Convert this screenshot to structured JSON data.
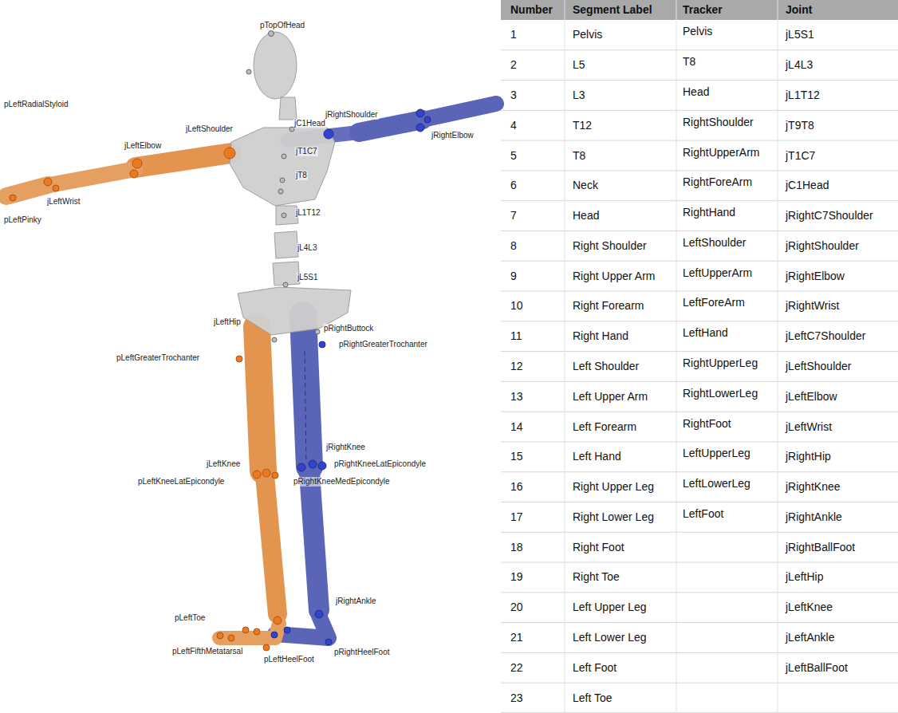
{
  "diagram": {
    "labels": [
      "pTopOfHead",
      "pLeftRadialStyloid",
      "jC1Head",
      "jRightShoulder",
      "jLeftShoulder",
      "jRightElbow",
      "jLeftElbow",
      "jT1C7",
      "jT8",
      "jLeftWrist",
      "pLeftPinky",
      "jL1T12",
      "jL4L3",
      "jL5S1",
      "jLeftHip",
      "pRightButtock",
      "pRightGreaterTrochanter",
      "pLeftGreaterTrochanter",
      "jRightKnee",
      "pRightKneeLatEpicondyle",
      "jLeftKnee",
      "pRightKneeMedEpicondyle",
      "pLeftKneeLatEpicondyle",
      "jRightAnkle",
      "pLeftToe",
      "pLeftFifthMetatarsal",
      "pRightHeelFoot",
      "pLeftHeelFoot",
      "Number",
      "Segment Label",
      "Tracker",
      "Joint",
      "1",
      "Pelvis",
      "Pelvis",
      "jL5S1",
      "2",
      "L5",
      "T8",
      "jL4L3",
      "3",
      "L3",
      "Head",
      "jL1T12",
      "4",
      "T12",
      "RightShoulder",
      "jT9T8",
      "5",
      "T8",
      "RightUpperArm",
      "jT1C7",
      "6",
      "Neck",
      "RightForeArm",
      "jC1Head",
      "7",
      "Head",
      "RightHand",
      "jRightC7Shoulder",
      "8",
      "Right Shoulder",
      "LeftShoulder",
      "jRightShoulder",
      "9",
      "Right Upper Arm",
      "LeftUpperArm",
      "jRightElbow",
      "10",
      "Right Forearm",
      "LeftForeArm",
      "jRightWrist",
      "11",
      "Right Hand",
      "LeftHand",
      "jLeftC7Shoulder",
      "12",
      "Left Shoulder",
      "RightUpperLeg",
      "jLeftShoulder",
      "13",
      "Left Upper Arm",
      "RightLowerLeg",
      "jLeftElbow",
      "14",
      "Left Forearm",
      "RightFoot",
      "jLeftWrist",
      "15",
      "Left Hand",
      "LeftUpperLeg",
      "jRightHip",
      "16",
      "Right Upper Leg",
      "LeftLowerLeg",
      "jRightKnee",
      "17",
      "Right Lower Leg",
      "LeftFoot",
      "jRightAnkle",
      "18",
      "Right Foot",
      "jRightBallFoot",
      "19",
      "Right Toe",
      "jLeftHip",
      "20",
      "Left Upper Leg",
      "jLeftKnee",
      "21",
      "Left Lower Leg",
      "jLeftAnkle",
      "22",
      "Left Foot",
      "jLeftBallFoot",
      "23",
      "Left Toe"
    ]
  }
}
